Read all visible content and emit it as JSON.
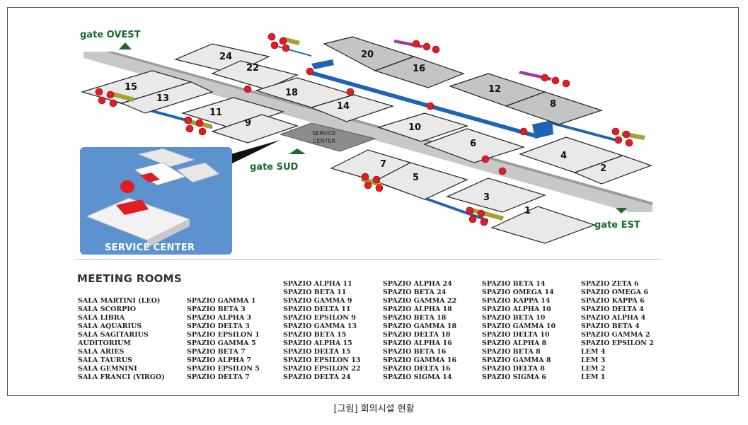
{
  "map": {
    "gates": {
      "ovest": "gate OVEST",
      "sud": "gate SUD",
      "est": "gate EST"
    },
    "halls": [
      "24",
      "22",
      "20",
      "16",
      "15",
      "13",
      "18",
      "14",
      "12",
      "8",
      "11",
      "9",
      "10",
      "6",
      "7",
      "5",
      "4",
      "2",
      "3",
      "1"
    ],
    "service_center_building": [
      "SERVICE",
      "CENTER"
    ],
    "service_center_inset_label": "SERVICE CENTER",
    "colors": {
      "hall_light": "#e9e9e9",
      "hall_dark": "#bdbdbd",
      "walkway": "#1f63b5",
      "marker": "#e31b23",
      "inset_bg": "#5b92cf",
      "gate_green": "#1b6b2e"
    }
  },
  "meeting_rooms": {
    "title": "MEETING ROOMS",
    "columns": [
      [
        "SALA MARTINI (LEO)",
        "SALA SCORPIO",
        "SALA LIBRA",
        "SALA AQUARIUS",
        "SALA SAGITARIUS",
        "AUDITORIUM",
        "SALA ARIES",
        "SALA TAURUS",
        "SALA GEMNINI",
        "SALA FRANCI (VIRGO)"
      ],
      [
        "SPAZIO GAMMA 1",
        "SPAZIO BETA 3",
        "SPAZIO ALPHA 3",
        "SPAZIO DELTA 3",
        "SPAZIO EPSILON 1",
        "SPAZIO GAMMA 5",
        "SPAZIO BETA 7",
        "SPAZIO ALPHA 7",
        "SPAZIO EPSILON 5",
        "SPAZIO DELTA 7"
      ],
      [
        "SPAZIO  ALPHA 11",
        "SPAZIO BETA 11",
        "SPAZIO GAMMA 9",
        "SPAZIO DELTA 11",
        "SPAZIO EPSILON 9",
        "SPAZIO GAMMA 13",
        "SPAZIO BETA 15",
        "SPAZIO ALPHA 15",
        "SPAZIO DELTA 15",
        "SPAZIO EPSILON 13",
        "SPAZIO EPSILON 22",
        "SPAZIO DELTA 24"
      ],
      [
        "SPAZIO ALPHA 24",
        "SPAZIO BETA 24",
        "SPAZIO GAMMA 22",
        "SPAZIO ALPHA 18",
        "SPAZIO BETA 18",
        "SPAZIO GAMMA 18",
        "SPAZIO DELTA 18",
        "SPAZIO ALPHA 16",
        "SPAZIO BETA 16",
        "SPAZIO GAMMA 16",
        "SPAZIO DELTA 16",
        "SPAZIO SIGMA 14"
      ],
      [
        "SPAZIO BETA 14",
        "SPAZIO OMEGA 14",
        "SPAZIO KAPPA 14",
        "SPAZIO ALPHA 10",
        "SPAZIO BETA 10",
        "SPAZIO GAMMA 10",
        "SPAZIO DELTA 10",
        "SPAZIO ALPHA 8",
        "SPAZIO BETA 8",
        "SPAZIO GAMMA 8",
        "SPAZIO DELTA 8",
        "SPAZIO  SIGMA 6"
      ],
      [
        "SPAZIO ZETA 6",
        "SPAZIO OMEGA 6",
        "SPAZIO KAPPA 6",
        "SPAZIO  DELTA 4",
        "SPAZIO ALPHA 4",
        "SPAZIO BETA 4",
        "SPAZIO GAMMA 2",
        "SPAZIO EPSILON 2",
        "LEM 4",
        "LEM 3",
        "LEM 2",
        "LEM 1"
      ]
    ]
  },
  "caption": "[그림] 회의시설 현황"
}
